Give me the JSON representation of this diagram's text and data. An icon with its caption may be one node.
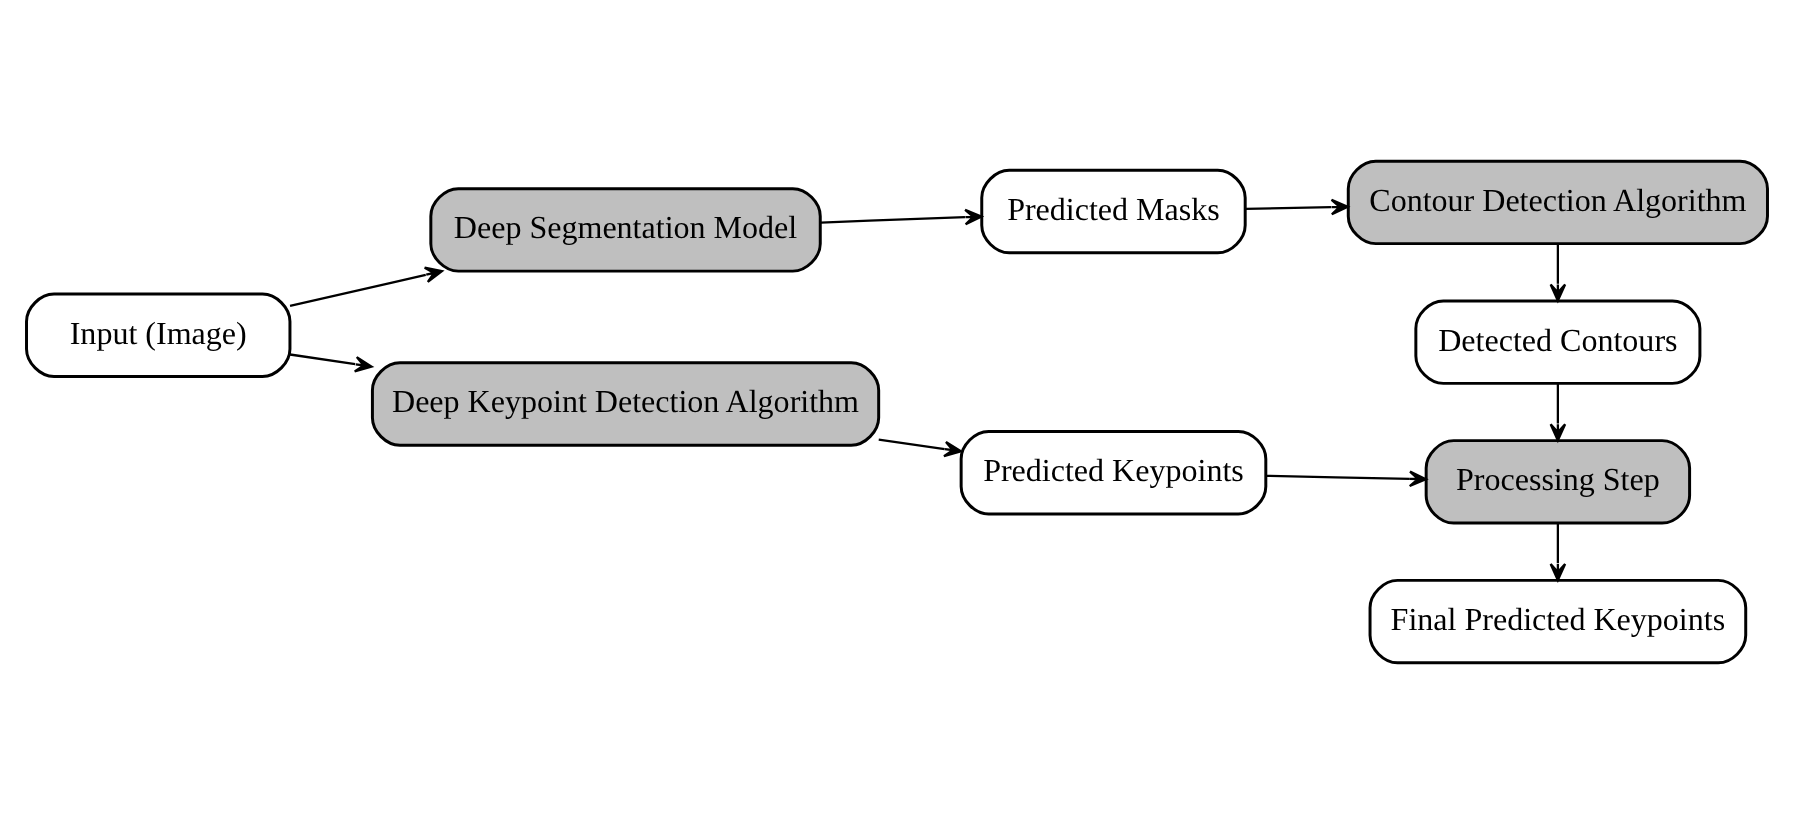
{
  "diagram": {
    "nodes": [
      {
        "text": [
          "Input (Image)"
        ]
      },
      {
        "text": [
          "Deep Segmentation Model"
        ]
      },
      {
        "text": [
          "Predicted Masks"
        ]
      },
      {
        "text": [
          "Contour Detection Algorithm"
        ]
      },
      {
        "text": [
          "Detected Contours"
        ]
      },
      {
        "text": [
          "Deep Keypoint Detection Algorithm"
        ]
      },
      {
        "text": [
          "Predicted Keypoints"
        ]
      },
      {
        "text": [
          "Processing Step"
        ]
      },
      {
        "text": [
          "Final Predicted Keypoints"
        ]
      }
    ],
    "edges": [
      {
        "from": 0,
        "to": 1,
        "arrow": "to"
      },
      {
        "from": 1,
        "to": 2,
        "arrow": "to"
      },
      {
        "from": 2,
        "to": 3,
        "arrow": "to"
      },
      {
        "from": 3,
        "to": 4,
        "arrow": "to"
      },
      {
        "from": 4,
        "to": 7,
        "arrow": "to"
      },
      {
        "from": 0,
        "to": 5,
        "arrow": "to"
      },
      {
        "from": 5,
        "to": 6,
        "arrow": "to"
      },
      {
        "from": 6,
        "to": 7,
        "arrow": "to"
      },
      {
        "from": 7,
        "to": 8,
        "arrow": "to"
      }
    ]
  }
}
